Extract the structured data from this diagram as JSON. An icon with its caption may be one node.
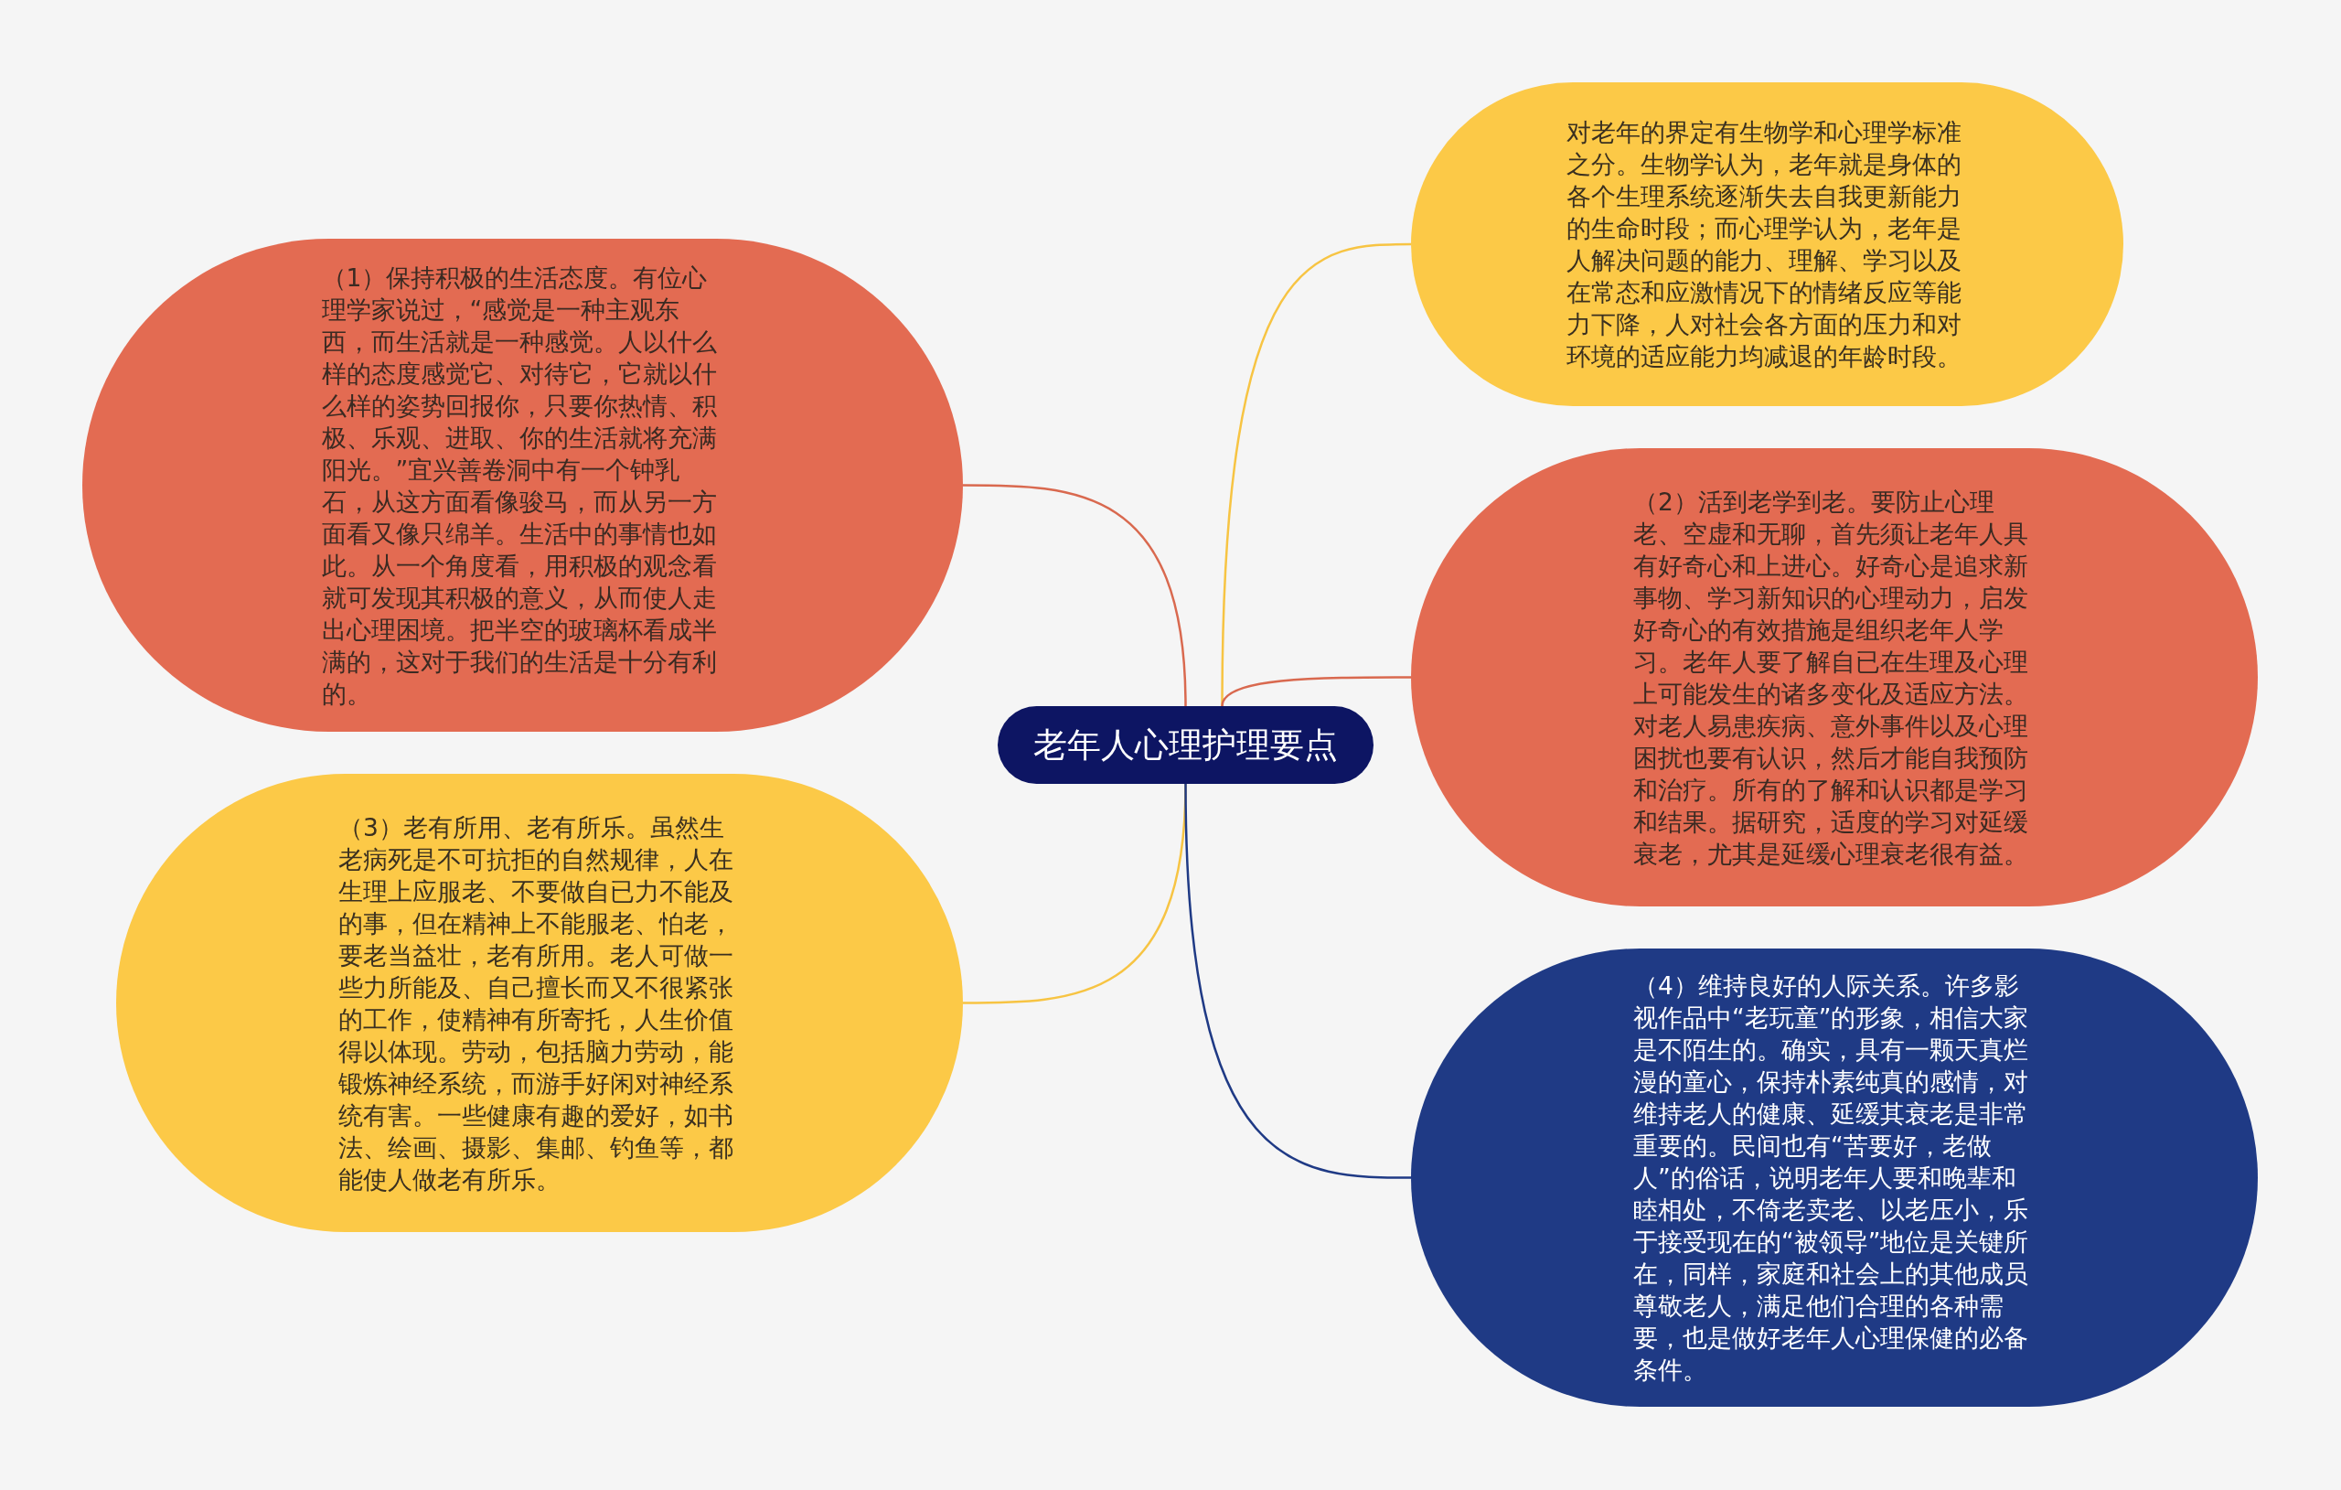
{
  "diagram": {
    "nodes": [
      {
        "text": [
          "老年人心理护理要点"
        ]
      },
      {
        "text": [
          "（1）保持积极的生活态度。有位心理学家说过，“感觉是一种主观东西，而生活就是一种感觉。人以什么样的态度感觉它、对待它，它就以什么样的姿势回报你，只要你热情、积极、乐观、进取、你的生活就将充满阳光。”宜兴善卷洞中有一个钟乳石，从这方面看像骏马，而从另一方面看又像只绵羊。生活中的事情也如此。从一个角度看，用积极的观念看就可发现其积极的意义，从而使人走出心理困境。把半空的玻璃杯看成半满的，这对于我们的生活是十分有利的。"
        ]
      },
      {
        "text": [
          "对老年的界定有生物学和心理学标准之分。生物学认为，老年就是身体的各个生理系统逐渐失去自我更新能力的生命时段；而心理学认为，老年是人解决问题的能力、理解、学习以及在常态和应激情况下的情绪反应等能力下降，人对社会各方面的压力和对环境的适应能力均减退的年龄时段。"
        ]
      },
      {
        "text": [
          "（2）活到老学到老。要防止心理老、空虚和无聊，首先须让老年人具有好奇心和上进心。好奇心是追求新事物、学习新知识的心理动力，启发好奇心的有效措施是组织老年人学习。老年人要了解自已在生理及心理上可能发生的诸多变化及适应方法。对老人易患疾病、意外事件以及心理困扰也要有认识，然后才能自我预防和治疗。所有的了解和认识都是学习和结果。据研究，适度的学习对延缓衰老，尤其是延缓心理衰老很有益。"
        ]
      },
      {
        "text": [
          "（3）老有所用、老有所乐。虽然生老病死是不可抗拒的自然规律，人在生理上应服老、不要做自已力不能及的事，但在精神上不能服老、怕老，要老当益壮，老有所用。老人可做一些力所能及、自己擅长而又不很紧张的工作，使精神有所寄托，人生价值得以体现。劳动，包括脑力劳动，能锻炼神经系统，而游手好闲对神经系统有害。一些健康有趣的爱好，如书法、绘画、摄影、集邮、钓鱼等，都能使人做老有所乐。"
        ]
      },
      {
        "text": [
          "（4）维持良好的人际关系。许多影视作品中“老玩童”的形象，相信大家是不陌生的。确实，具有一颗天真烂漫的童心，保持朴素纯真的感情，对维持老人的健康、延缓其衰老是非常重要的。民间也有“苦要好，老做人”的俗话，说明老年人要和晚辈和睦相处，不倚老卖老、以老压小，乐于接受现在的“被领导”地位是关键所在，同样，家庭和社会上的其他成员尊敬老人，满足他们合理的各种需要，也是做好老年人心理保健的必备条件。"
        ]
      }
    ],
    "edges": [
      {
        "from": 0,
        "to": 1,
        "arrow": "none",
        "color": "#d9694f"
      },
      {
        "from": 0,
        "to": 2,
        "arrow": "none",
        "color": "#f7c443"
      },
      {
        "from": 0,
        "to": 3,
        "arrow": "none",
        "color": "#d9694f"
      },
      {
        "from": 0,
        "to": 4,
        "arrow": "none",
        "color": "#f7c443"
      },
      {
        "from": 0,
        "to": 5,
        "arrow": "none",
        "color": "#1f3a85"
      }
    ]
  }
}
